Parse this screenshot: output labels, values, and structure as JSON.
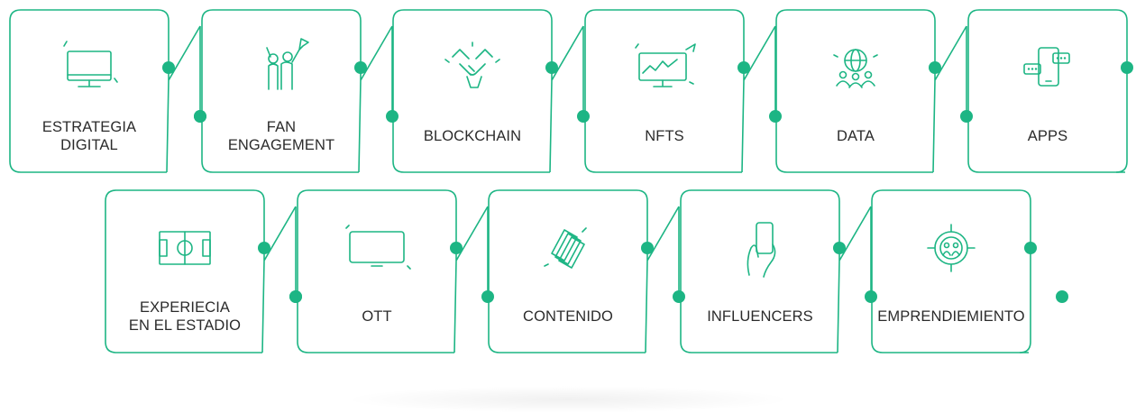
{
  "colors": {
    "accent": "#1db584",
    "text": "#2b2b2b"
  },
  "rows": [
    {
      "items": [
        {
          "key": "estrategia-digital",
          "label": "ESTRATEGIA\nDIGITAL",
          "icon": "monitor-icon"
        },
        {
          "key": "fan-engagement",
          "label": "FAN\nENGAGEMENT",
          "icon": "fans-cheering-icon"
        },
        {
          "key": "blockchain",
          "label": "BLOCKCHAIN",
          "icon": "handshake-icon"
        },
        {
          "key": "nfts",
          "label": "NFTS",
          "icon": "chart-monitor-icon"
        },
        {
          "key": "data",
          "label": "DATA",
          "icon": "global-community-icon"
        },
        {
          "key": "apps",
          "label": "APPS",
          "icon": "mobile-chat-icon"
        }
      ]
    },
    {
      "items": [
        {
          "key": "experiencia-estadio",
          "label": "EXPERIECIA\nEN EL ESTADIO",
          "icon": "soccer-field-icon"
        },
        {
          "key": "ott",
          "label": "OTT",
          "icon": "tv-screen-icon"
        },
        {
          "key": "contenido",
          "label": "CONTENIDO",
          "icon": "documents-icon"
        },
        {
          "key": "influencers",
          "label": "INFLUENCERS",
          "icon": "hand-phone-icon"
        },
        {
          "key": "emprendiemiento",
          "label": "EMPRENDIEMIENTO",
          "icon": "target-group-icon"
        }
      ]
    }
  ]
}
